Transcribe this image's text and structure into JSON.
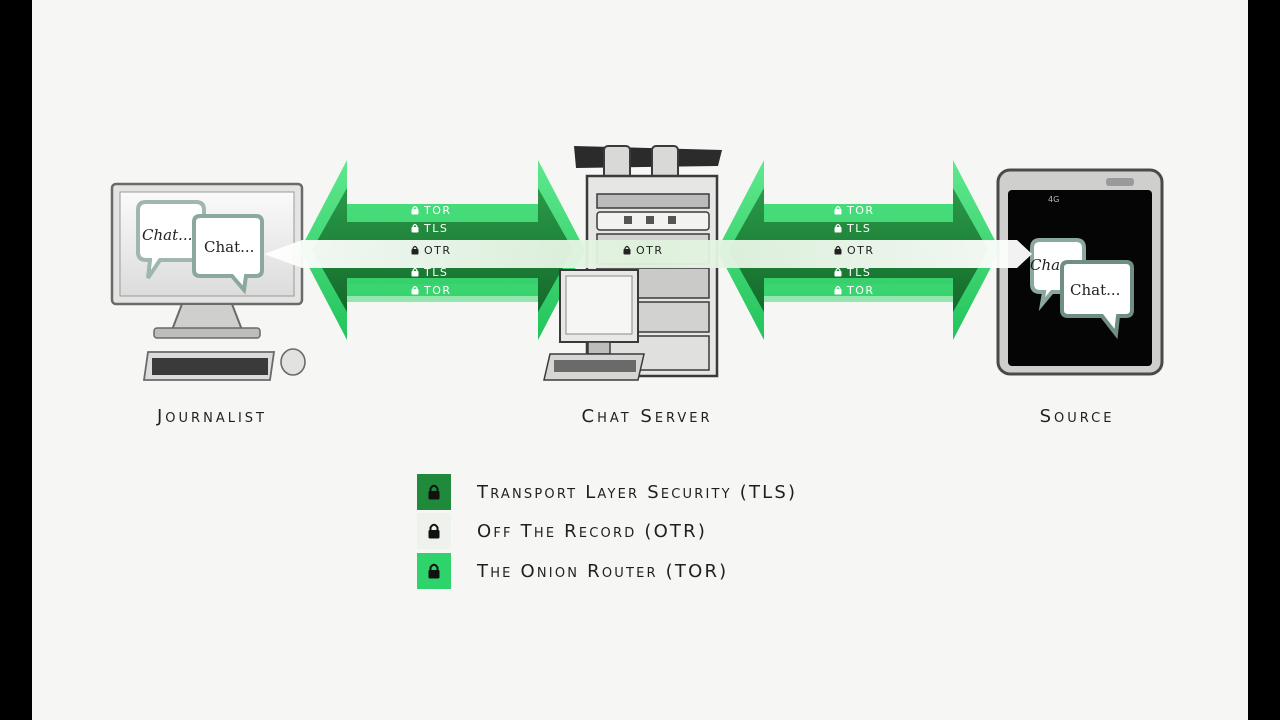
{
  "nodes": {
    "journalist": "Journalist",
    "server": "Chat Server",
    "source": "Source"
  },
  "bubbles": {
    "journalist_a": "Chat...",
    "journalist_b": "Chat...",
    "source_a": "Cha",
    "source_b": "Chat..."
  },
  "channels": {
    "left": [
      "TOR",
      "TLS",
      "OTR",
      "TLS",
      "TOR"
    ],
    "center": "OTR",
    "right": [
      "TOR",
      "TLS",
      "OTR",
      "TLS",
      "TOR"
    ]
  },
  "phone_status": "4G",
  "legend": [
    {
      "label": "Transport Layer Security (TLS)",
      "color": "#1f8a3c"
    },
    {
      "label": "Off The Record (OTR)",
      "color": "#eef2ec"
    },
    {
      "label": "The Onion Router (TOR)",
      "color": "#2fd36b"
    }
  ],
  "colors": {
    "tor": "#34d46f",
    "tls": "#1b7f34",
    "otr": "#e9f4e7",
    "ink": "#1f1f1f"
  }
}
